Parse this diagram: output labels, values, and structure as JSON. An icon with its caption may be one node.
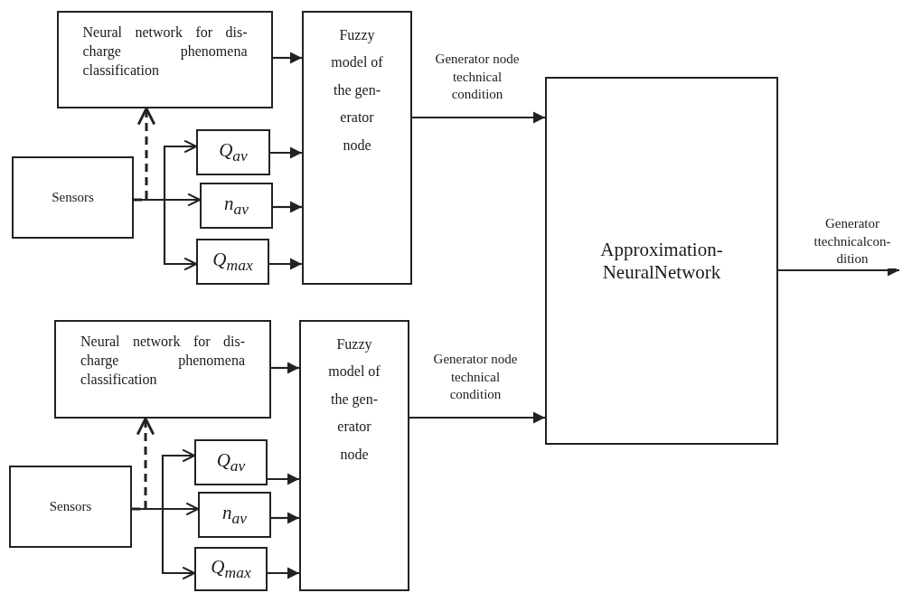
{
  "diagram": {
    "nodes": [
      {
        "text": [
          "Neural network for dis- charge phenomena classification"
        ]
      },
      {
        "text": [
          "Sensors"
        ]
      },
      {
        "text": [
          "Q$_{av}$"
        ]
      },
      {
        "text": [
          "n$_{av}$"
        ]
      },
      {
        "text": [
          "Q$_{max}$"
        ]
      },
      {
        "text": [
          "Fuzzy model of the gen- erator node"
        ]
      },
      {
        "text": [
          "Neural network for dis- charge phenomena classification"
        ]
      },
      {
        "text": [
          "Sensors"
        ]
      },
      {
        "text": [
          "Q$_{av}$"
        ]
      },
      {
        "text": [
          "n$_{av}$"
        ]
      },
      {
        "text": [
          "Q$_{max}$"
        ]
      },
      {
        "text": [
          "Fuzzy model of the gen- erator node"
        ]
      },
      {
        "text": [
          "Approximation- NeuralNetwork"
        ]
      }
    ],
    "edges": [
      {
        "from": 1,
        "to": 2,
        "arrow": "to"
      },
      {
        "from": 1,
        "to": 3,
        "arrow": "to"
      },
      {
        "from": 1,
        "to": 4,
        "arrow": "to"
      },
      {
        "from": 1,
        "to": 0,
        "arrow": "to",
        "style": "dashed"
      },
      {
        "from": 0,
        "to": 5,
        "arrow": "to"
      },
      {
        "from": 2,
        "to": 5,
        "arrow": "to"
      },
      {
        "from": 3,
        "to": 5,
        "arrow": "to"
      },
      {
        "from": 4,
        "to": 5,
        "arrow": "to"
      },
      {
        "from": 5,
        "to": 12,
        "arrow": "to",
        "label": "Generator node technical condition"
      },
      {
        "from": 7,
        "to": 8,
        "arrow": "to"
      },
      {
        "from": 7,
        "to": 9,
        "arrow": "to"
      },
      {
        "from": 7,
        "to": 10,
        "arrow": "to"
      },
      {
        "from": 7,
        "to": 6,
        "arrow": "to",
        "style": "dashed"
      },
      {
        "from": 6,
        "to": 11,
        "arrow": "to"
      },
      {
        "from": 8,
        "to": 11,
        "arrow": "to"
      },
      {
        "from": 9,
        "to": 11,
        "arrow": "to"
      },
      {
        "from": 10,
        "to": 11,
        "arrow": "to"
      },
      {
        "from": 11,
        "to": 12,
        "arrow": "to",
        "label": "Generator node technical condition"
      },
      {
        "from": 12,
        "to": null,
        "arrow": "to",
        "label": "Generator ttechnicalcon- dition"
      }
    ]
  }
}
